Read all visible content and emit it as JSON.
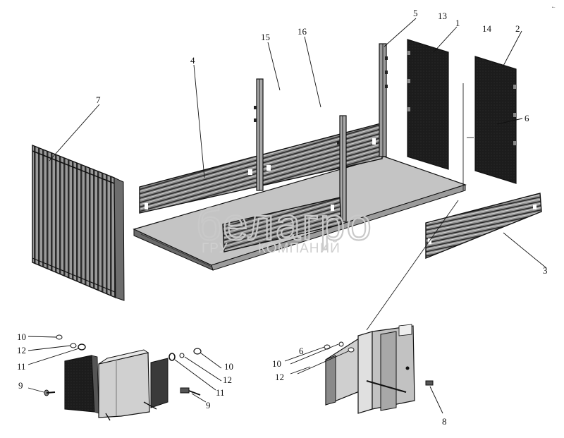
{
  "diagram": {
    "corner_mark": "•−",
    "watermark": {
      "brand": "белагро",
      "group_line_left": "ГРУ",
      "group_line_right": "КОМПАНИЙ"
    },
    "callouts": {
      "c1": "1",
      "c2": "2",
      "c3": "3",
      "c4": "4",
      "c5": "5",
      "c6": "6",
      "c7": "7",
      "c8": "8",
      "c13": "13",
      "c14": "14",
      "c15": "15",
      "c16": "16",
      "left_detail": {
        "a10": "10",
        "a12": "12",
        "a11": "11",
        "a9": "9",
        "b10": "10",
        "b12": "12",
        "b11": "11",
        "b9": "9"
      },
      "right_detail": {
        "r10": "10",
        "r12": "12",
        "r8": "8"
      }
    }
  }
}
